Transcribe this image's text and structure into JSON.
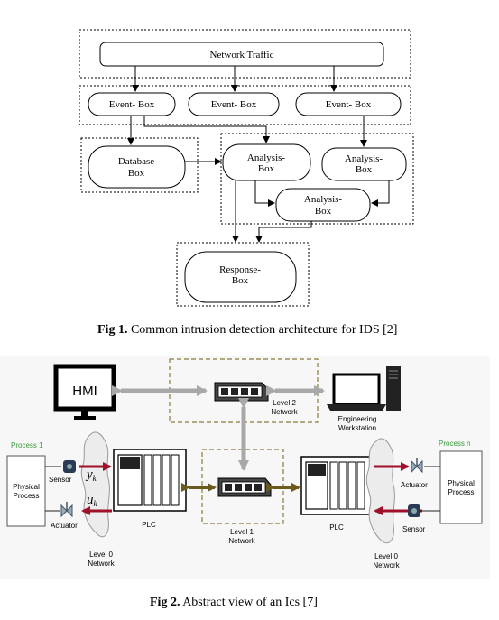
{
  "figure1": {
    "network_traffic": "Network Traffic",
    "event_box": "Event- Box",
    "database_box": [
      "Database",
      "Box"
    ],
    "analysis_box": [
      "Analysis-",
      "Box"
    ],
    "response_box": [
      "Response-",
      "Box"
    ],
    "caption_label": "Fig 1.",
    "caption_text": "Common intrusion detection architecture for IDS [2]"
  },
  "figure2": {
    "hmi": "HMI",
    "level2": [
      "Level 2",
      "Network"
    ],
    "engineering": [
      "Engineering",
      "Workstation"
    ],
    "process1": "Process 1",
    "processn": "Process n",
    "physical_process": [
      "Physical",
      "Process"
    ],
    "sensor": "Sensor",
    "actuator": "Actuator",
    "yk": "y",
    "yk_sub": "k",
    "uk": "u",
    "uk_sub": "k",
    "plc": "PLC",
    "level1": [
      "Level 1",
      "Network"
    ],
    "level0": [
      "Level 0",
      "Network"
    ],
    "caption_label": "Fig 2.",
    "caption_text": "Abstract view of an Ics [7]",
    "colors": {
      "process_green": "#3a9a3a",
      "arrow_gray": "#a8a8a8",
      "arrow_olive": "#6b5a1e",
      "arrow_red": "#a0102a",
      "dashed_olive": "#8a7a3a"
    }
  }
}
